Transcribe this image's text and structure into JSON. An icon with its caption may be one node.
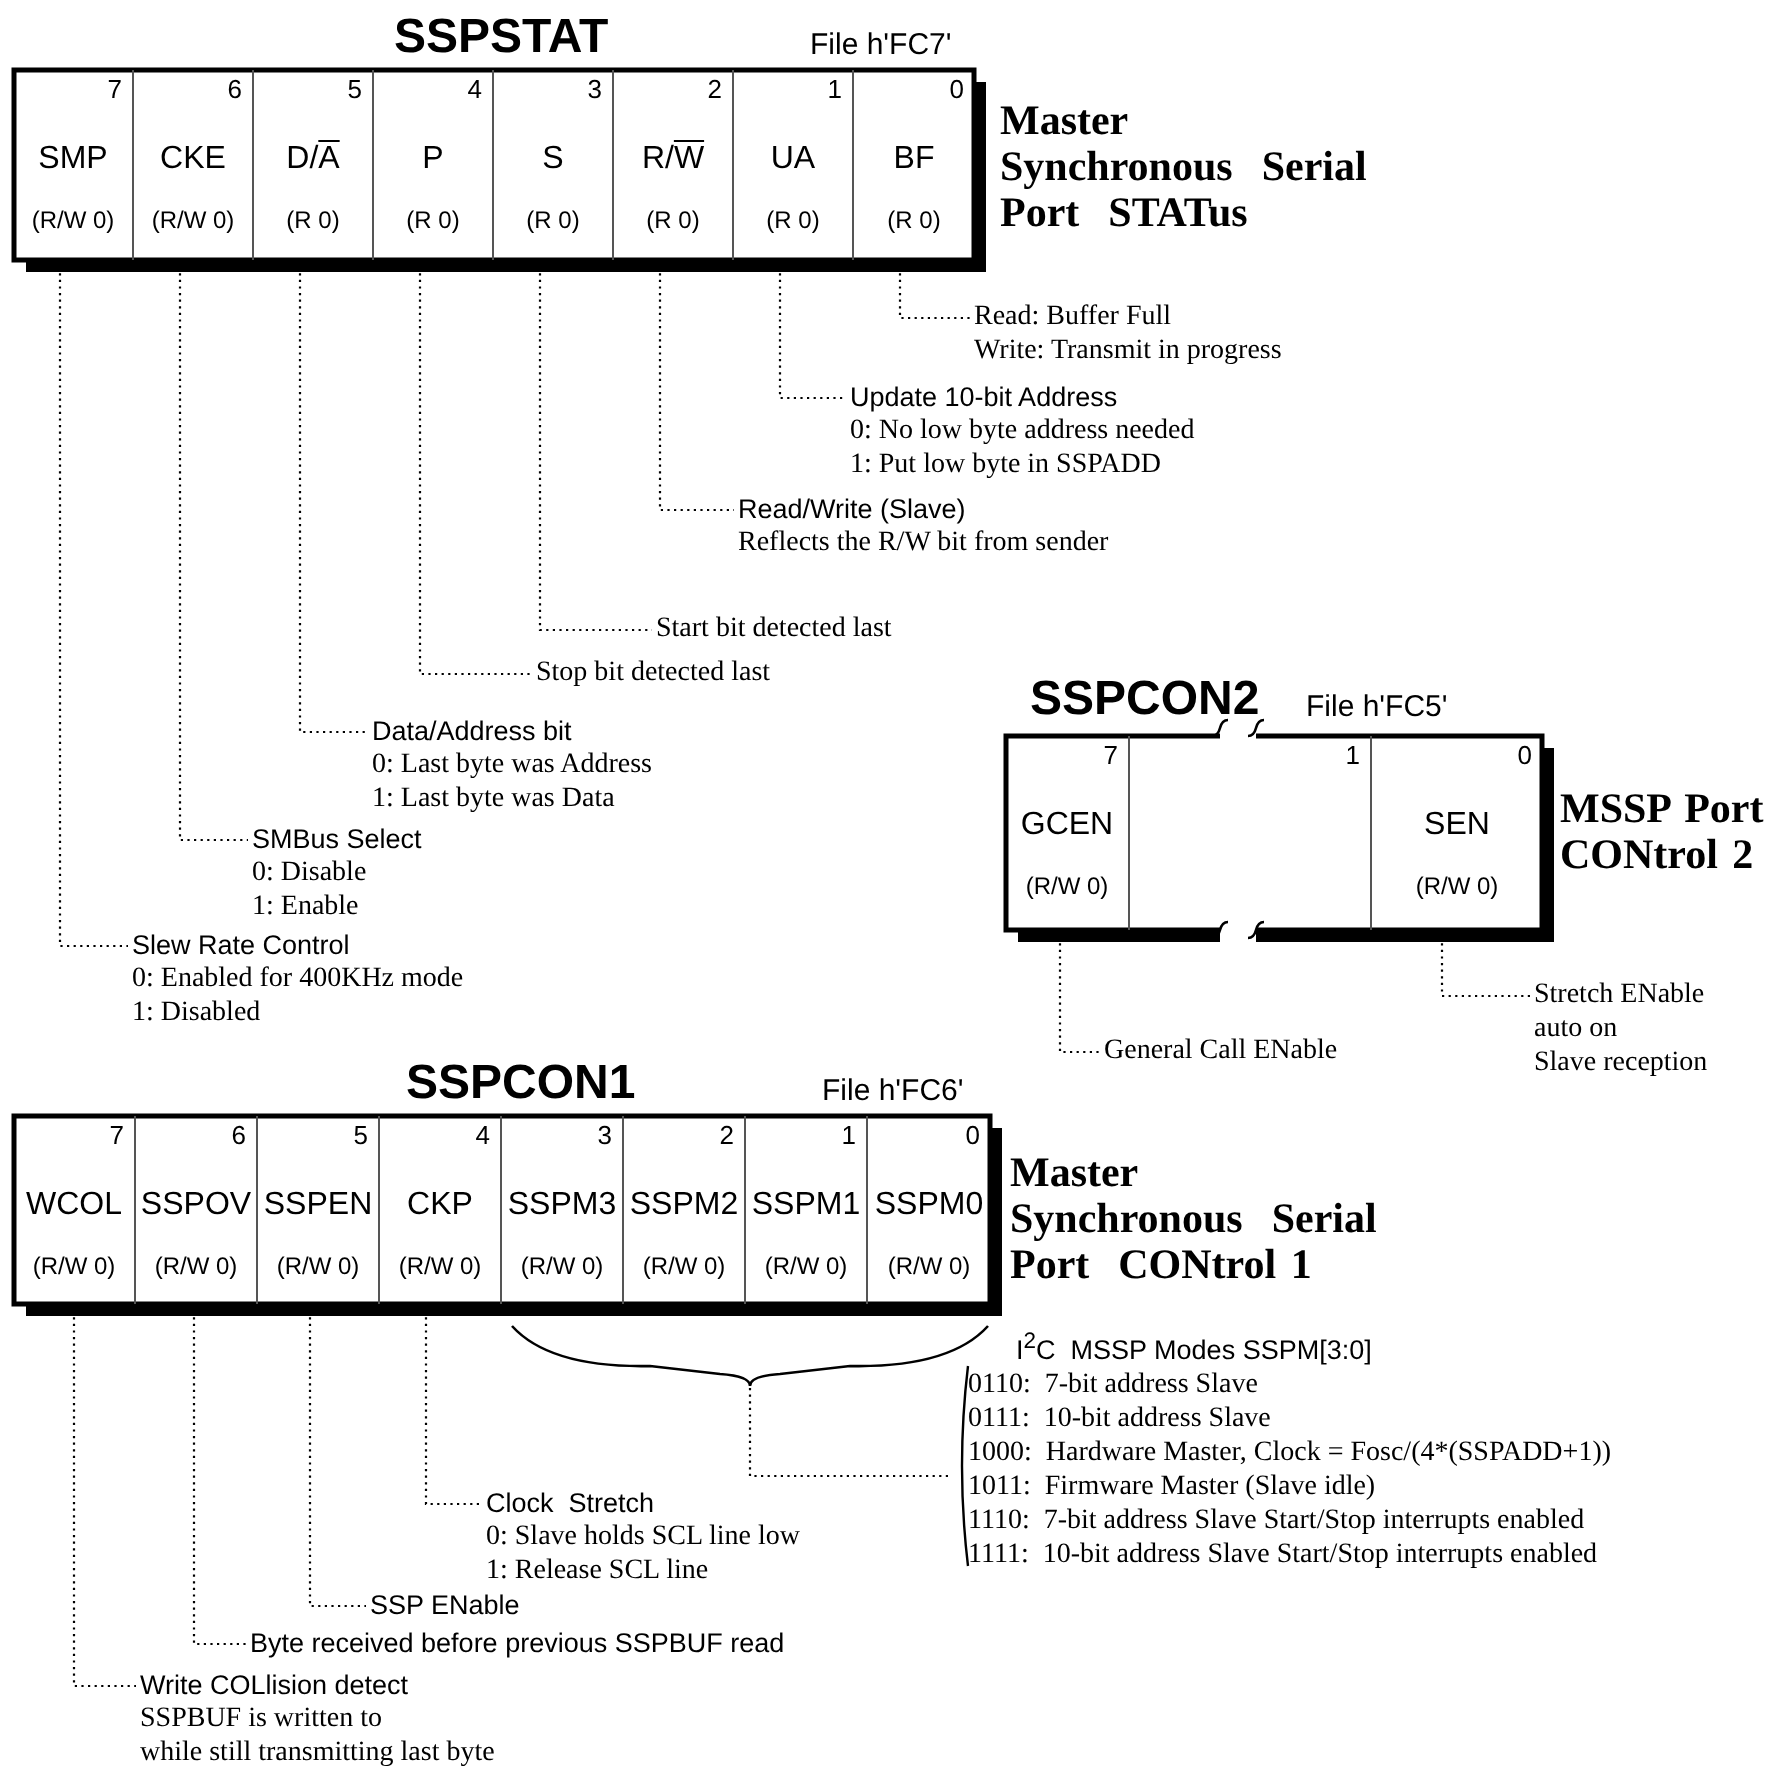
{
  "diagram": {
    "nodes": [
      {
        "text": [
          "SSPSTAT",
          "File h'FC7'"
        ],
        "beside": [
          "Master",
          "Synchronous  Serial",
          "Port  STATus"
        ]
      },
      {
        "text": [
          "7",
          "SMP",
          "(R/W 0)"
        ],
        "in": 0
      },
      {
        "text": [
          "6",
          "CKE",
          "(R/W 0)"
        ],
        "in": 0
      },
      {
        "text": [
          "5",
          "D/A",
          "(R 0)"
        ],
        "in": 0
      },
      {
        "text": [
          "4",
          "P",
          "(R 0)"
        ],
        "in": 0
      },
      {
        "text": [
          "3",
          "S",
          "(R 0)"
        ],
        "in": 0
      },
      {
        "text": [
          "2",
          "R/W",
          "(R 0)"
        ],
        "in": 0
      },
      {
        "text": [
          "1",
          "UA",
          "(R 0)"
        ],
        "in": 0
      },
      {
        "text": [
          "0",
          "BF",
          "(R 0)"
        ],
        "in": 0
      },
      {
        "text": [
          "Read: Buffer Full",
          "Write: Transmit in progress"
        ]
      },
      {
        "text": [
          "Update 10-bit Address",
          "0: No low byte address needed",
          "1: Put low byte in SSPADD"
        ]
      },
      {
        "text": [
          "Read/Write (Slave)",
          "Reflects the R/W bit from sender"
        ]
      },
      {
        "text": [
          "Start bit detected last"
        ]
      },
      {
        "text": [
          "Stop bit detected last"
        ]
      },
      {
        "text": [
          "Data/Address bit",
          "0: Last byte was Address",
          "1: Last byte was Data"
        ]
      },
      {
        "text": [
          "SMBus Select",
          "0: Disable",
          "1: Enable"
        ]
      },
      {
        "text": [
          "Slew Rate Control",
          "0: Enabled for 400KHz mode",
          "1: Disabled"
        ]
      },
      {
        "text": [
          "SSPCON2",
          "File h'FC5'"
        ],
        "beside": [
          "MSSP Port",
          "CONtrol 2"
        ]
      },
      {
        "text": [
          "7",
          "GCEN",
          "(R/W 0)"
        ],
        "in": 17
      },
      {
        "text": [
          "1"
        ],
        "in": 17
      },
      {
        "text": [
          "0",
          "SEN",
          "(R/W 0)"
        ],
        "in": 17
      },
      {
        "text": [
          "Stretch ENable",
          "auto on",
          "Slave reception"
        ]
      },
      {
        "text": [
          "General Call ENable"
        ]
      },
      {
        "text": [
          "SSPCON1",
          "File h'FC6'"
        ],
        "beside": [
          "Master",
          "Synchronous  Serial",
          "Port  CONtrol 1"
        ]
      },
      {
        "text": [
          "7",
          "WCOL",
          "(R/W 0)"
        ],
        "in": 23
      },
      {
        "text": [
          "6",
          "SSPOV",
          "(R/W 0)"
        ],
        "in": 23
      },
      {
        "text": [
          "5",
          "SSPEN",
          "(R/W 0)"
        ],
        "in": 23
      },
      {
        "text": [
          "4",
          "CKP",
          "(R/W 0)"
        ],
        "in": 23
      },
      {
        "text": [
          "3",
          "SSPM3",
          "(R/W 0)"
        ],
        "in": 23
      },
      {
        "text": [
          "2",
          "SSPM2",
          "(R/W 0)"
        ],
        "in": 23
      },
      {
        "text": [
          "1",
          "SSPM1",
          "(R/W 0)"
        ],
        "in": 23
      },
      {
        "text": [
          "0",
          "SSPM0",
          "(R/W 0)"
        ],
        "in": 23
      },
      {
        "text": [],
        "shape": "brace"
      },
      {
        "text": [
          "I$^{2}$C  MSSP Modes SSPM[3:0]",
          "0110:  7-bit address Slave",
          "0111:  10-bit address Slave",
          "1000:  Hardware Master, Clock = Fosc/(4*(SSPADD+1))",
          "1011:  Firmware Master (Slave idle)",
          "1110:  7-bit address Slave Start/Stop interrupts enabled",
          "1111:  10-bit address Slave Start/Stop interrupts enabled"
        ]
      },
      {
        "text": [
          "Clock  Stretch",
          "0: Slave holds SCL line low",
          "1: Release SCL line"
        ]
      },
      {
        "text": [
          "SSP ENable"
        ]
      },
      {
        "text": [
          "Byte received before previous SSPBUF read"
        ]
      },
      {
        "text": [
          "Write COLlision detect",
          "SSPBUF is written to",
          "while still transmitting last byte"
        ]
      }
    ],
    "edges": [
      {
        "from": 8,
        "to": 9,
        "arrow": "none"
      },
      {
        "from": 7,
        "to": 10,
        "arrow": "none"
      },
      {
        "from": 6,
        "to": 11,
        "arrow": "none"
      },
      {
        "from": 5,
        "to": 12,
        "arrow": "none"
      },
      {
        "from": 4,
        "to": 13,
        "arrow": "none"
      },
      {
        "from": 3,
        "to": 14,
        "arrow": "none"
      },
      {
        "from": 2,
        "to": 15,
        "arrow": "none"
      },
      {
        "from": 1,
        "to": 16,
        "arrow": "none"
      },
      {
        "from": 20,
        "to": 21,
        "arrow": "none"
      },
      {
        "from": 18,
        "to": 22,
        "arrow": "none"
      },
      {
        "from": 32,
        "to": 33,
        "arrow": "none"
      },
      {
        "from": 27,
        "to": 34,
        "arrow": "none"
      },
      {
        "from": 26,
        "to": 35,
        "arrow": "none"
      },
      {
        "from": 25,
        "to": 36,
        "arrow": "none"
      },
      {
        "from": 24,
        "to": 37,
        "arrow": "none"
      }
    ]
  }
}
